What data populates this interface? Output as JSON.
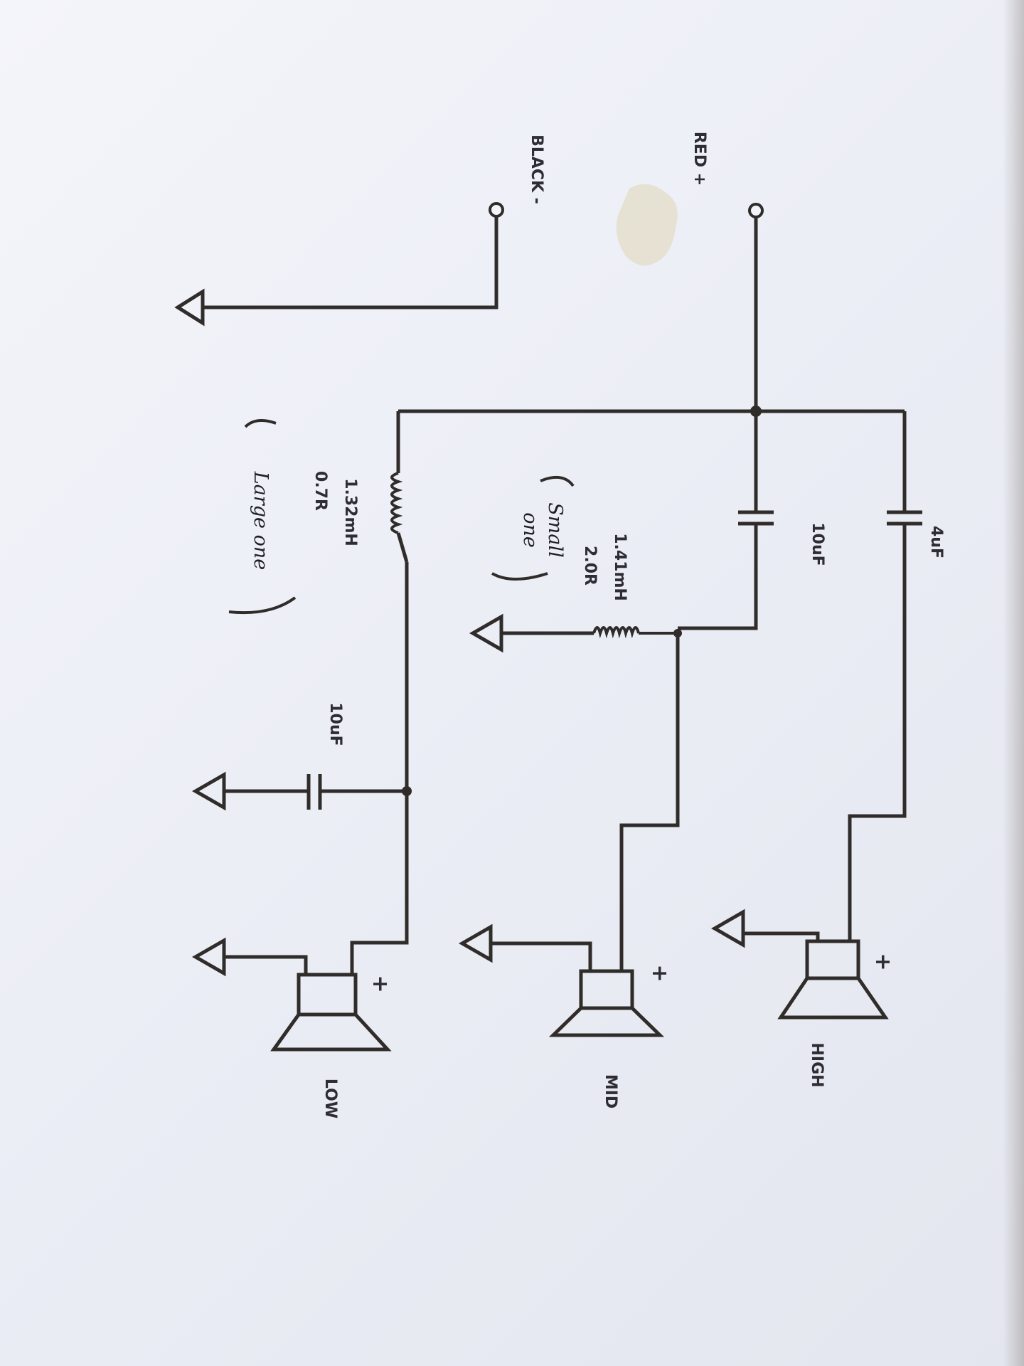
{
  "terminals": {
    "positive": "RED +",
    "negative": "BLACK -"
  },
  "components": {
    "c_high": "4uF",
    "c_mid": "10uF",
    "l_mid_value": "1.41mH",
    "l_mid_resistance": "2.0R",
    "l_low_value": "1.32mH",
    "l_low_resistance": "0.7R",
    "c_low": "10uF"
  },
  "notes": {
    "small_line1": "Small",
    "small_line2": "one",
    "large": "Large one"
  },
  "speakers": {
    "high": "HIGH",
    "mid": "MID",
    "low": "LOW",
    "plus": "+"
  },
  "colors": {
    "ink": "#2f2c2a",
    "paper": "#eff0f7",
    "stain": "#e3dcc3"
  }
}
